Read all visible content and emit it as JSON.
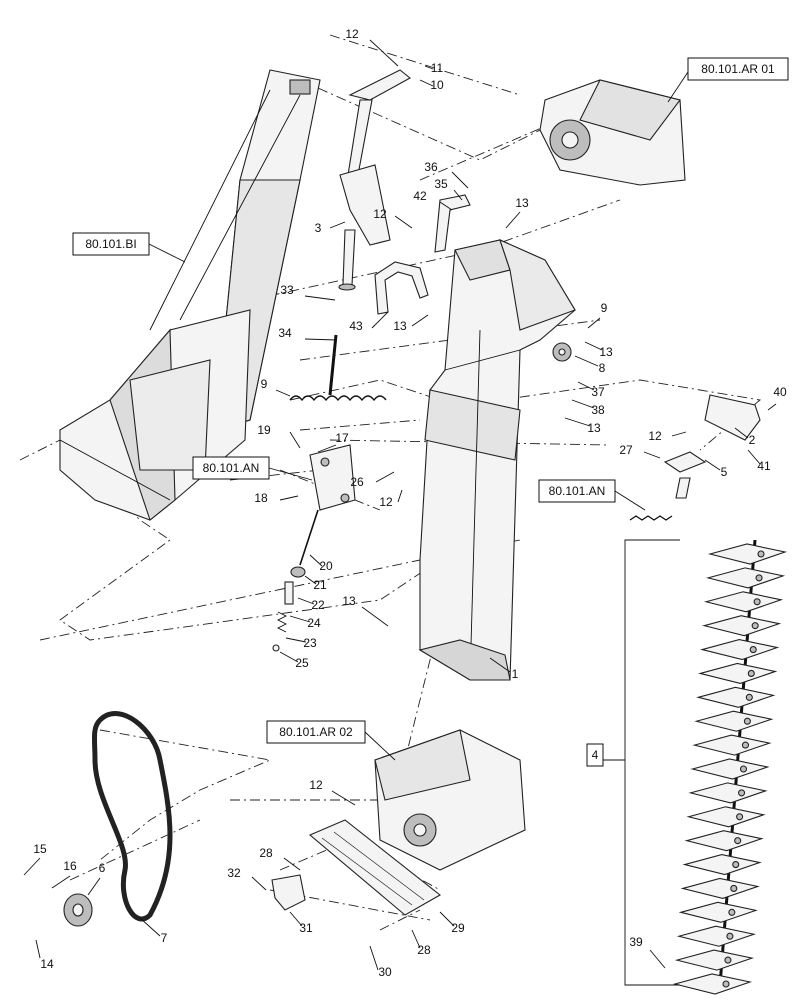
{
  "callouts": [
    "1",
    "2",
    "3",
    "4",
    "5",
    "6",
    "7",
    "8",
    "9",
    "9",
    "10",
    "11",
    "12",
    "12",
    "12",
    "12",
    "12",
    "12",
    "13",
    "13",
    "13",
    "13",
    "13",
    "14",
    "15",
    "16",
    "17",
    "18",
    "19",
    "20",
    "21",
    "22",
    "23",
    "24",
    "25",
    "26",
    "27",
    "28",
    "28",
    "29",
    "30",
    "31",
    "32",
    "33",
    "34",
    "35",
    "36",
    "37",
    "38",
    "39",
    "40",
    "41",
    "42",
    "43"
  ],
  "references": {
    "ar01": "80.101.AR 01",
    "bi": "80.101.BI",
    "an_left": "80.101.AN",
    "an_right": "80.101.AN",
    "ar02": "80.101.AR 02",
    "item4": "4"
  }
}
